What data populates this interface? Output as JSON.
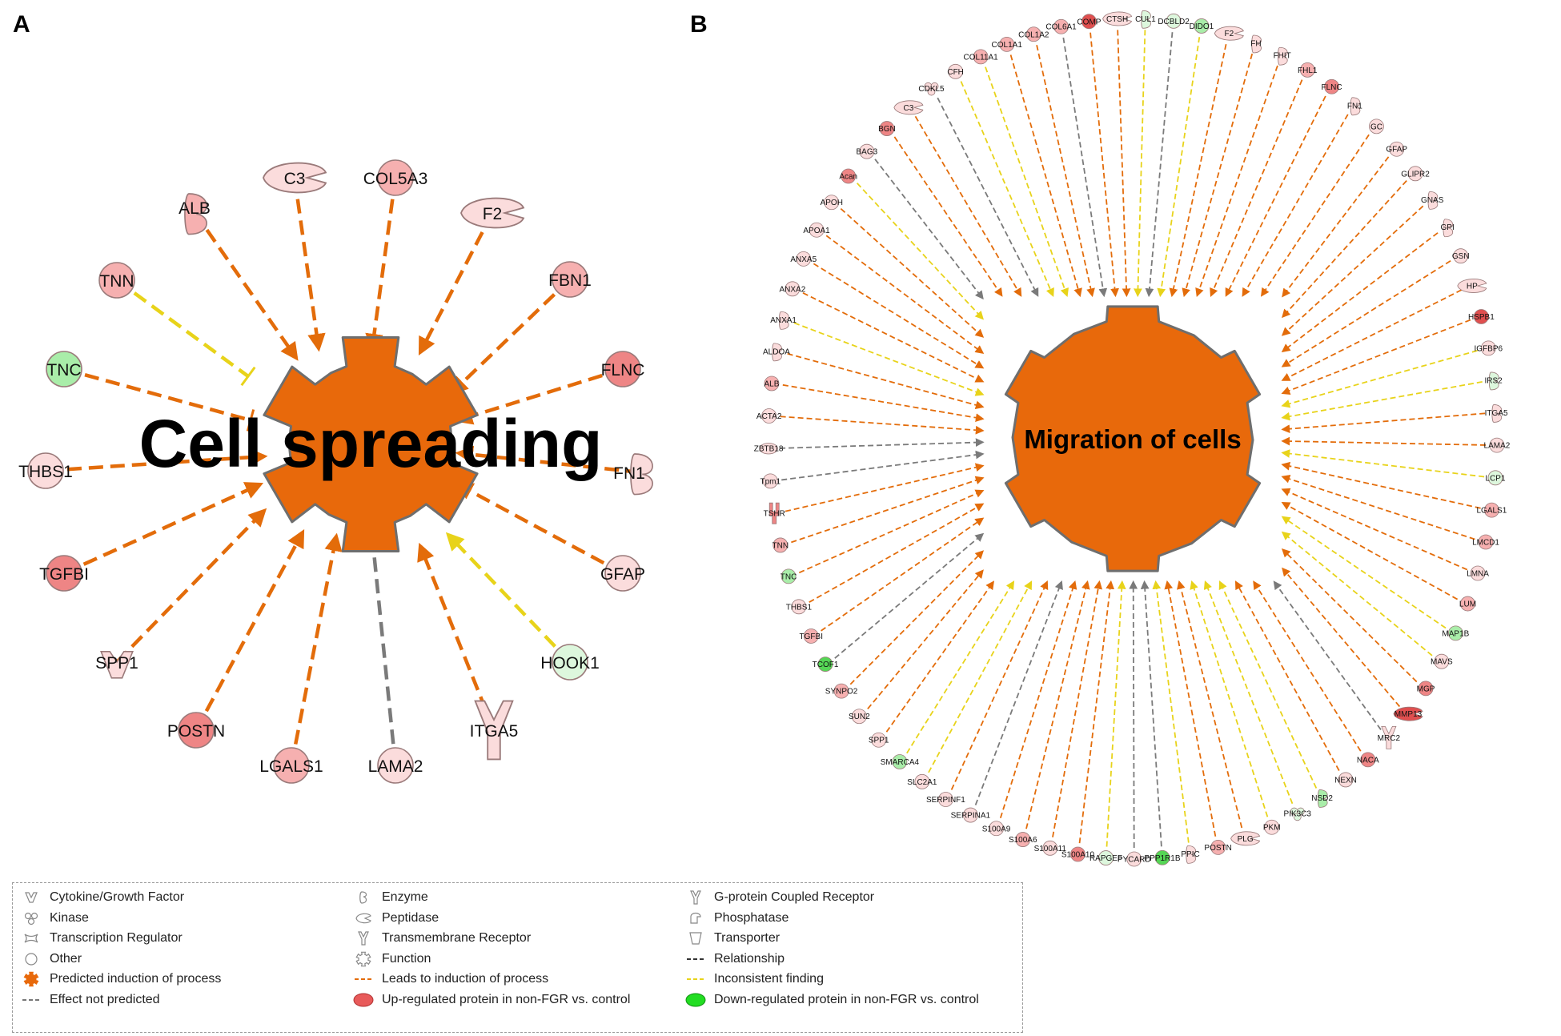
{
  "panels": {
    "a_label": "A",
    "b_label": "B"
  },
  "colors": {
    "induction_orange": "#E8690B",
    "gear_stroke": "#6E6E6E",
    "edge_orange": "#E36C0A",
    "edge_yellow": "#E8D31A",
    "edge_gray": "#7A7A7A",
    "up_red": "#F08080",
    "down_green": "#90EE90"
  },
  "panel_a": {
    "center_label": "Cell spreading",
    "genes": [
      {
        "name": "ALB",
        "shape": "enzyme",
        "reg": "up2",
        "edge": "orange"
      },
      {
        "name": "C3",
        "shape": "peptidase",
        "reg": "up1",
        "edge": "orange"
      },
      {
        "name": "COL5A3",
        "shape": "other",
        "reg": "up2",
        "edge": "orange"
      },
      {
        "name": "F2",
        "shape": "peptidase",
        "reg": "up1",
        "edge": "orange"
      },
      {
        "name": "FBN1",
        "shape": "other",
        "reg": "up2",
        "edge": "orange"
      },
      {
        "name": "FLNC",
        "shape": "other",
        "reg": "up3",
        "edge": "orange"
      },
      {
        "name": "FN1",
        "shape": "enzyme",
        "reg": "up1",
        "edge": "orange"
      },
      {
        "name": "GFAP",
        "shape": "other",
        "reg": "up1",
        "edge": "orange"
      },
      {
        "name": "HOOK1",
        "shape": "other",
        "reg": "down1",
        "edge": "yellow"
      },
      {
        "name": "ITGA5",
        "shape": "receptor",
        "reg": "up1",
        "edge": "orange"
      },
      {
        "name": "LAMA2",
        "shape": "other",
        "reg": "up1",
        "edge": "gray"
      },
      {
        "name": "LGALS1",
        "shape": "other",
        "reg": "up2",
        "edge": "orange"
      },
      {
        "name": "POSTN",
        "shape": "other",
        "reg": "up3",
        "edge": "orange"
      },
      {
        "name": "SPP1",
        "shape": "cytokine",
        "reg": "up1",
        "edge": "orange"
      },
      {
        "name": "TGFBI",
        "shape": "other",
        "reg": "up3",
        "edge": "orange"
      },
      {
        "name": "THBS1",
        "shape": "other",
        "reg": "up1",
        "edge": "orange"
      },
      {
        "name": "TNC",
        "shape": "other",
        "reg": "down2",
        "edge": "orange"
      },
      {
        "name": "TNN",
        "shape": "other",
        "reg": "up2",
        "edge": "yellow"
      }
    ]
  },
  "panel_b": {
    "center_label": "Migration of cells",
    "genes": [
      {
        "name": "CUL1",
        "shape": "enzyme",
        "reg": "down1",
        "edge": "yellow"
      },
      {
        "name": "DCBLD2",
        "shape": "other",
        "reg": "down1",
        "edge": "gray"
      },
      {
        "name": "DIDO1",
        "shape": "other",
        "reg": "down2",
        "edge": "yellow"
      },
      {
        "name": "F2",
        "shape": "peptidase",
        "reg": "up1",
        "edge": "orange"
      },
      {
        "name": "FH",
        "shape": "enzyme",
        "reg": "up1",
        "edge": "orange"
      },
      {
        "name": "FHIT",
        "shape": "enzyme",
        "reg": "up1",
        "edge": "orange"
      },
      {
        "name": "FHL1",
        "shape": "other",
        "reg": "up2",
        "edge": "orange"
      },
      {
        "name": "FLNC",
        "shape": "other",
        "reg": "up3",
        "edge": "orange"
      },
      {
        "name": "FN1",
        "shape": "enzyme",
        "reg": "up1",
        "edge": "orange"
      },
      {
        "name": "GC",
        "shape": "other",
        "reg": "up1",
        "edge": "orange"
      },
      {
        "name": "GFAP",
        "shape": "other",
        "reg": "up1",
        "edge": "orange"
      },
      {
        "name": "GLIPR2",
        "shape": "other",
        "reg": "up1",
        "edge": "orange"
      },
      {
        "name": "GNAS",
        "shape": "enzyme",
        "reg": "up1",
        "edge": "orange"
      },
      {
        "name": "GPI",
        "shape": "enzyme",
        "reg": "up1",
        "edge": "orange"
      },
      {
        "name": "GSN",
        "shape": "other",
        "reg": "up1",
        "edge": "orange"
      },
      {
        "name": "HP",
        "shape": "peptidase",
        "reg": "up1",
        "edge": "orange"
      },
      {
        "name": "HSPB1",
        "shape": "other",
        "reg": "up4",
        "edge": "orange"
      },
      {
        "name": "IGFBP6",
        "shape": "other",
        "reg": "up1",
        "edge": "yellow"
      },
      {
        "name": "IRS2",
        "shape": "enzyme",
        "reg": "down1",
        "edge": "yellow"
      },
      {
        "name": "ITGA5",
        "shape": "enzyme",
        "reg": "up1",
        "edge": "orange"
      },
      {
        "name": "LAMA2",
        "shape": "other",
        "reg": "up1",
        "edge": "orange"
      },
      {
        "name": "LCP1",
        "shape": "other",
        "reg": "down1",
        "edge": "yellow"
      },
      {
        "name": "LGALS1",
        "shape": "other",
        "reg": "up2",
        "edge": "orange"
      },
      {
        "name": "LMCD1",
        "shape": "other",
        "reg": "up2",
        "edge": "orange"
      },
      {
        "name": "LMNA",
        "shape": "other",
        "reg": "up1",
        "edge": "orange"
      },
      {
        "name": "LUM",
        "shape": "other",
        "reg": "up2",
        "edge": "orange"
      },
      {
        "name": "MAP1B",
        "shape": "other",
        "reg": "down2",
        "edge": "yellow"
      },
      {
        "name": "MAVS",
        "shape": "other",
        "reg": "up1",
        "edge": "yellow"
      },
      {
        "name": "MGP",
        "shape": "other",
        "reg": "up3",
        "edge": "orange"
      },
      {
        "name": "MMP13",
        "shape": "peptidase",
        "reg": "up4",
        "edge": "orange"
      },
      {
        "name": "MRC2",
        "shape": "receptor",
        "reg": "up1",
        "edge": "gray"
      },
      {
        "name": "NACA",
        "shape": "other",
        "reg": "up3",
        "edge": "orange"
      },
      {
        "name": "NEXN",
        "shape": "other",
        "reg": "up1",
        "edge": "orange"
      },
      {
        "name": "NSD2",
        "shape": "enzyme",
        "reg": "down2",
        "edge": "yellow"
      },
      {
        "name": "PIK3C3",
        "shape": "kinase",
        "reg": "down1",
        "edge": "yellow"
      },
      {
        "name": "PKM",
        "shape": "other",
        "reg": "up1",
        "edge": "yellow"
      },
      {
        "name": "PLG",
        "shape": "peptidase",
        "reg": "up1",
        "edge": "orange"
      },
      {
        "name": "POSTN",
        "shape": "other",
        "reg": "up2",
        "edge": "orange"
      },
      {
        "name": "PPIC",
        "shape": "enzyme",
        "reg": "up1",
        "edge": "yellow"
      },
      {
        "name": "PPP1R1B",
        "shape": "other",
        "reg": "down3",
        "edge": "gray"
      },
      {
        "name": "PYCARD",
        "shape": "other",
        "reg": "up1",
        "edge": "gray"
      },
      {
        "name": "RAPGEF",
        "shape": "other",
        "reg": "down1",
        "edge": "yellow"
      },
      {
        "name": "S100A10",
        "shape": "other",
        "reg": "up3",
        "edge": "orange"
      },
      {
        "name": "S100A11",
        "shape": "other",
        "reg": "up1",
        "edge": "orange"
      },
      {
        "name": "S100A6",
        "shape": "other",
        "reg": "up2",
        "edge": "orange"
      },
      {
        "name": "S100A9",
        "shape": "other",
        "reg": "up1",
        "edge": "orange"
      },
      {
        "name": "SERPINA1",
        "shape": "other",
        "reg": "up1",
        "edge": "gray"
      },
      {
        "name": "SERPINF1",
        "shape": "other",
        "reg": "up1",
        "edge": "orange"
      },
      {
        "name": "SLC2A1",
        "shape": "other",
        "reg": "up1",
        "edge": "yellow"
      },
      {
        "name": "SMARCA4",
        "shape": "other",
        "reg": "down2",
        "edge": "yellow"
      },
      {
        "name": "SPP1",
        "shape": "other",
        "reg": "up1",
        "edge": "orange"
      },
      {
        "name": "SUN2",
        "shape": "other",
        "reg": "up1",
        "edge": "orange"
      },
      {
        "name": "SYNPO2",
        "shape": "other",
        "reg": "up2",
        "edge": "orange"
      },
      {
        "name": "TCOF1",
        "shape": "other",
        "reg": "down3",
        "edge": "gray"
      },
      {
        "name": "TGFBI",
        "shape": "other",
        "reg": "up2",
        "edge": "orange"
      },
      {
        "name": "THBS1",
        "shape": "other",
        "reg": "up1",
        "edge": "orange"
      },
      {
        "name": "TNC",
        "shape": "other",
        "reg": "down2",
        "edge": "orange"
      },
      {
        "name": "TNN",
        "shape": "other",
        "reg": "up2",
        "edge": "orange"
      },
      {
        "name": "TSHR",
        "shape": "gpcr",
        "reg": "up3",
        "edge": "orange"
      },
      {
        "name": "Tpm1",
        "shape": "other",
        "reg": "up1",
        "edge": "gray"
      },
      {
        "name": "ZBTB18",
        "shape": "transcription",
        "reg": "up1",
        "edge": "gray"
      },
      {
        "name": "ACTA2",
        "shape": "other",
        "reg": "up1",
        "edge": "orange"
      },
      {
        "name": "ALB",
        "shape": "other",
        "reg": "up2",
        "edge": "orange"
      },
      {
        "name": "ALDOA",
        "shape": "enzyme",
        "reg": "up1",
        "edge": "orange"
      },
      {
        "name": "ANXA1",
        "shape": "enzyme",
        "reg": "up1",
        "edge": "yellow"
      },
      {
        "name": "ANXA2",
        "shape": "other",
        "reg": "up1",
        "edge": "orange"
      },
      {
        "name": "ANXA5",
        "shape": "other",
        "reg": "up1",
        "edge": "orange"
      },
      {
        "name": "APOA1",
        "shape": "other",
        "reg": "up1",
        "edge": "orange"
      },
      {
        "name": "APOH",
        "shape": "other",
        "reg": "up1",
        "edge": "orange"
      },
      {
        "name": "Acan",
        "shape": "other",
        "reg": "up3",
        "edge": "yellow"
      },
      {
        "name": "BAG3",
        "shape": "other",
        "reg": "up1",
        "edge": "gray"
      },
      {
        "name": "BGN",
        "shape": "other",
        "reg": "up3",
        "edge": "orange"
      },
      {
        "name": "C3",
        "shape": "peptidase",
        "reg": "up1",
        "edge": "orange"
      },
      {
        "name": "CDKL5",
        "shape": "kinase",
        "reg": "up1",
        "edge": "gray"
      },
      {
        "name": "CFH",
        "shape": "other",
        "reg": "up1",
        "edge": "yellow"
      },
      {
        "name": "COL11A1",
        "shape": "other",
        "reg": "up2",
        "edge": "yellow"
      },
      {
        "name": "COL1A1",
        "shape": "other",
        "reg": "up2",
        "edge": "orange"
      },
      {
        "name": "COL1A2",
        "shape": "other",
        "reg": "up2",
        "edge": "orange"
      },
      {
        "name": "COL6A1",
        "shape": "other",
        "reg": "up2",
        "edge": "gray"
      },
      {
        "name": "COMP",
        "shape": "other",
        "reg": "up4",
        "edge": "orange"
      },
      {
        "name": "CTSH",
        "shape": "peptidase",
        "reg": "up1",
        "edge": "orange"
      }
    ]
  },
  "legend": {
    "items": [
      {
        "label": "Cytokine/Growth Factor",
        "icon": "cytokine"
      },
      {
        "label": "Kinase",
        "icon": "kinase"
      },
      {
        "label": "Transcription Regulator",
        "icon": "transcription"
      },
      {
        "label": "Other",
        "icon": "other"
      },
      {
        "label": "Predicted induction of process",
        "icon": "gear-orange"
      },
      {
        "label": "Effect not predicted",
        "icon": "dash-gray"
      },
      {
        "label": "Enzyme",
        "icon": "enzyme"
      },
      {
        "label": "Peptidase",
        "icon": "peptidase"
      },
      {
        "label": "Transmembrane Receptor",
        "icon": "receptor"
      },
      {
        "label": "Function",
        "icon": "gear-outline"
      },
      {
        "label": "Leads to induction of process",
        "icon": "dash-orange"
      },
      {
        "label": "Up-regulated protein in non-FGR vs. control",
        "icon": "ellipse-red"
      },
      {
        "label": "G-protein Coupled Receptor",
        "icon": "gpcr"
      },
      {
        "label": "Phosphatase",
        "icon": "phosphatase"
      },
      {
        "label": "Transporter",
        "icon": "transporter"
      },
      {
        "label": "Relationship",
        "icon": "dash-dark"
      },
      {
        "label": "Inconsistent finding",
        "icon": "dash-yellow"
      },
      {
        "label": "Down-regulated protein in non-FGR vs. control",
        "icon": "ellipse-green"
      }
    ]
  }
}
